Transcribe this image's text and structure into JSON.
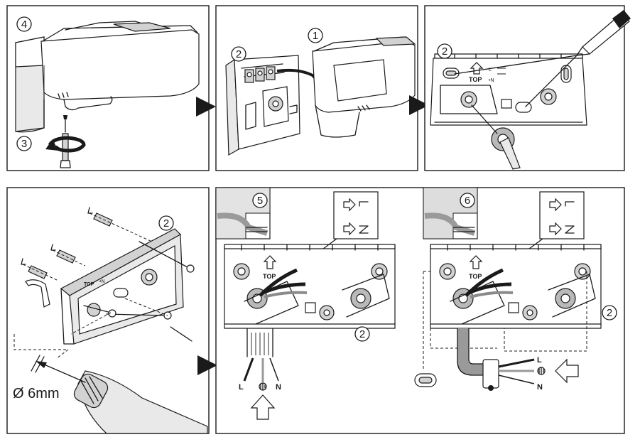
{
  "callouts": {
    "n1": "1",
    "n2": "2",
    "n3": "3",
    "n4": "4",
    "n5": "5",
    "n6": "6"
  },
  "labels": {
    "drill_diameter": "Ø 6mm",
    "top_marking": "TOP",
    "plate_top": "TOP",
    "plate_n": "•N",
    "plate_l": "L",
    "wire_l": "L",
    "wire_n": "N"
  },
  "colors": {
    "outline": "#1a1a1a",
    "shade": "#d2d2d2",
    "background": "#ffffff"
  },
  "icons": {
    "arrow": "step-arrow-icon",
    "earth": "earth-ground-icon",
    "rotation": "rotation-arrow-icon"
  }
}
